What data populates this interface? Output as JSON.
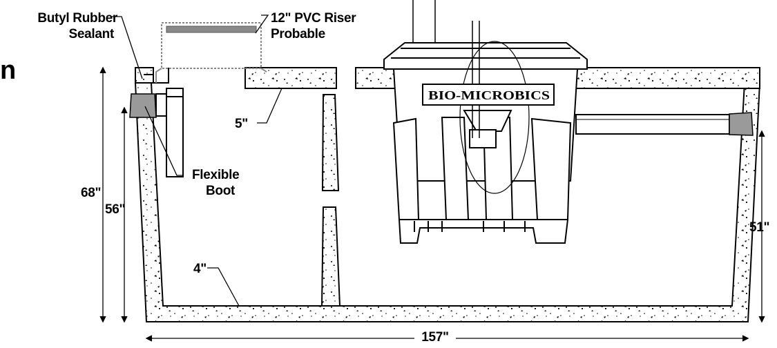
{
  "labels": {
    "butyl_line1": "Butyl Rubber",
    "butyl_line2": "Sealant",
    "riser_line1": "12\" PVC Riser",
    "riser_line2": "Probable",
    "lid_thickness": "5\"",
    "boot_line1": "Flexible",
    "boot_line2": "Boot",
    "height_68": "68\"",
    "height_56": "56\"",
    "height_51": "51\"",
    "floor_thickness": "4\"",
    "length_157": "157\"",
    "cut_off_letter": "n"
  },
  "unit_logo": "BIO-MICROBICS",
  "colors": {
    "line": "#000000",
    "boot": "#9a9a9a",
    "riser": "#8a8a8a",
    "concrete": "#ffffff"
  }
}
